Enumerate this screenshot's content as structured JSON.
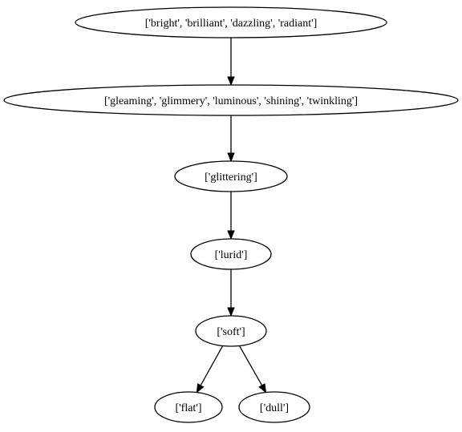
{
  "diagram": {
    "nodes": [
      {
        "id": "n1",
        "label": "['bright', 'brilliant', 'dazzling', 'radiant']"
      },
      {
        "id": "n2",
        "label": "['gleaming', 'glimmery', 'luminous', 'shining', 'twinkling']"
      },
      {
        "id": "n3",
        "label": "['glittering']"
      },
      {
        "id": "n4",
        "label": "['lurid']"
      },
      {
        "id": "n5",
        "label": "['soft']"
      },
      {
        "id": "n6",
        "label": "['flat']"
      },
      {
        "id": "n7",
        "label": "['dull']"
      }
    ],
    "edges": [
      {
        "from": "n1",
        "to": "n2"
      },
      {
        "from": "n2",
        "to": "n3"
      },
      {
        "from": "n3",
        "to": "n4"
      },
      {
        "from": "n4",
        "to": "n5"
      },
      {
        "from": "n5",
        "to": "n6"
      },
      {
        "from": "n5",
        "to": "n7"
      }
    ],
    "colors": {
      "stroke": "#000000",
      "fill": "#ffffff",
      "text": "#000000"
    }
  }
}
